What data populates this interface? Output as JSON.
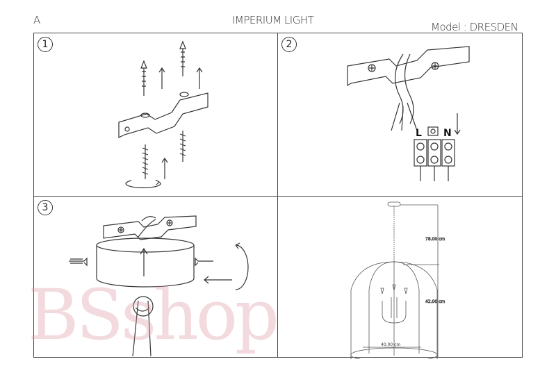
{
  "header": {
    "sheet_letter": "A",
    "title": "IMPERIUM LIGHT",
    "model": "Model : DRESDEN"
  },
  "steps": [
    {
      "number": "1",
      "description_icon": "bracket-mounting-screws"
    },
    {
      "number": "2",
      "description_icon": "wiring-terminal",
      "terminal_labels": [
        "L",
        "N"
      ]
    },
    {
      "number": "3",
      "description_icon": "canopy-fixing"
    },
    {
      "number": "",
      "description_icon": "dimensions-drawing"
    }
  ],
  "dimensions": {
    "chain_length": "78.00 cm",
    "body_height": "42.00 cm",
    "body_width": "40.00 cm"
  },
  "watermark": "BSshop"
}
